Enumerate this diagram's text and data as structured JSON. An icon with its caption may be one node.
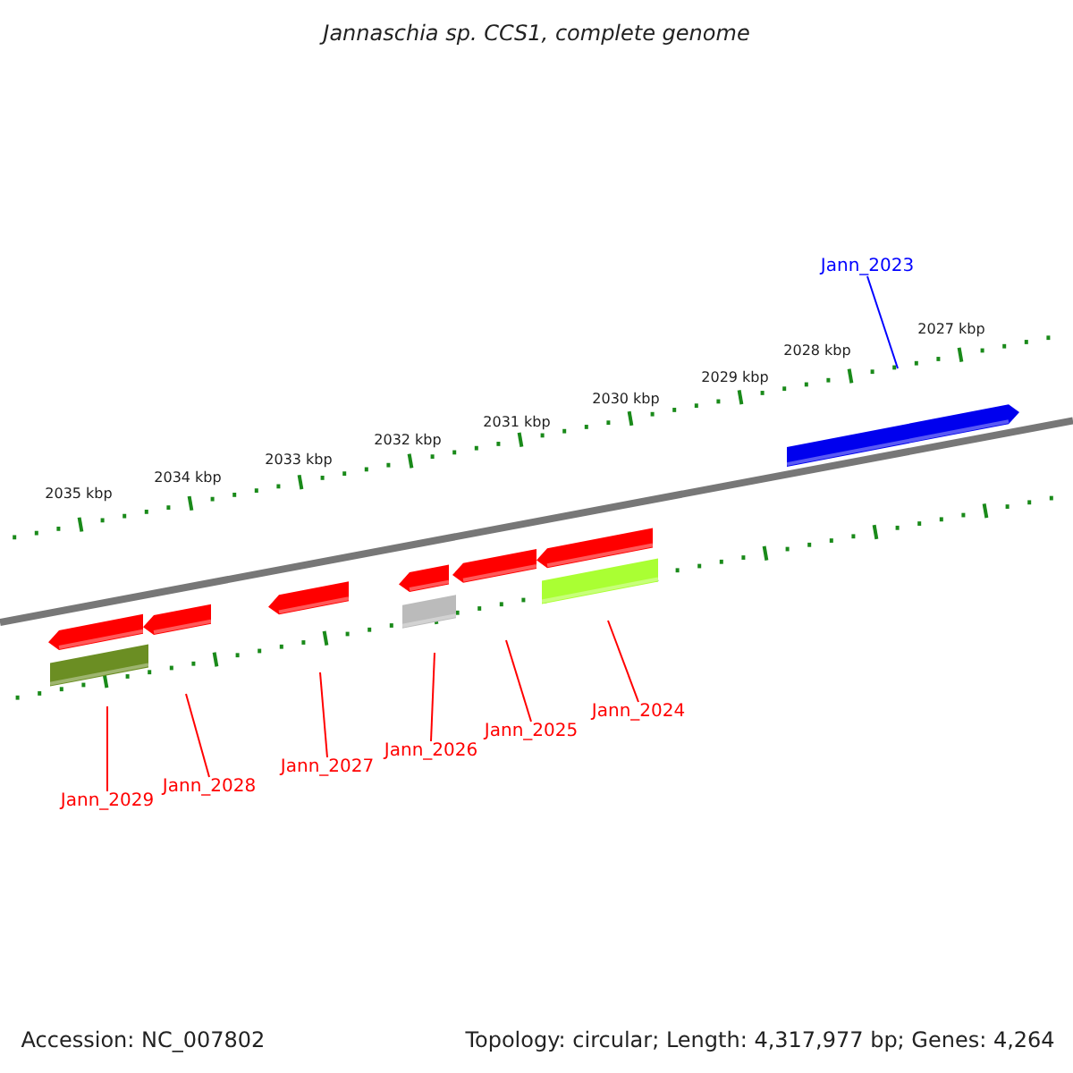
{
  "diagram": {
    "title": "Jannaschia sp. CCS1, complete genome",
    "nodes": [
      {
        "text": [
          "Jann_2023"
        ]
      },
      {
        "text": [
          "Jann_2024"
        ]
      },
      {
        "text": [
          "Jann_2025"
        ]
      },
      {
        "text": [
          "Jann_2026"
        ]
      },
      {
        "text": [
          "Jann_2027"
        ]
      },
      {
        "text": [
          "Jann_2028"
        ]
      },
      {
        "text": [
          "Jann_2029"
        ]
      }
    ],
    "edges": [
      {
        "from": 0,
        "to": null,
        "arrow": "none",
        "color": "#0000ff"
      },
      {
        "from": 1,
        "to": null,
        "arrow": "none"
      },
      {
        "from": 2,
        "to": null,
        "arrow": "none"
      },
      {
        "from": 3,
        "to": null,
        "arrow": "none"
      },
      {
        "from": 4,
        "to": null,
        "arrow": "none"
      },
      {
        "from": 5,
        "to": null,
        "arrow": "none"
      },
      {
        "from": 6,
        "to": null,
        "arrow": "none"
      }
    ],
    "labels": [
      "2035 kbp",
      "2034 kbp",
      "2033 kbp",
      "2032 kbp",
      "2031 kbp",
      "2030 kbp",
      "2029 kbp",
      "2028 kbp",
      "2027 kbp",
      "Accession: NC_007802",
      "Topology: circular; Length: 4,317,977 bp; Genes: 4,264"
    ]
  }
}
